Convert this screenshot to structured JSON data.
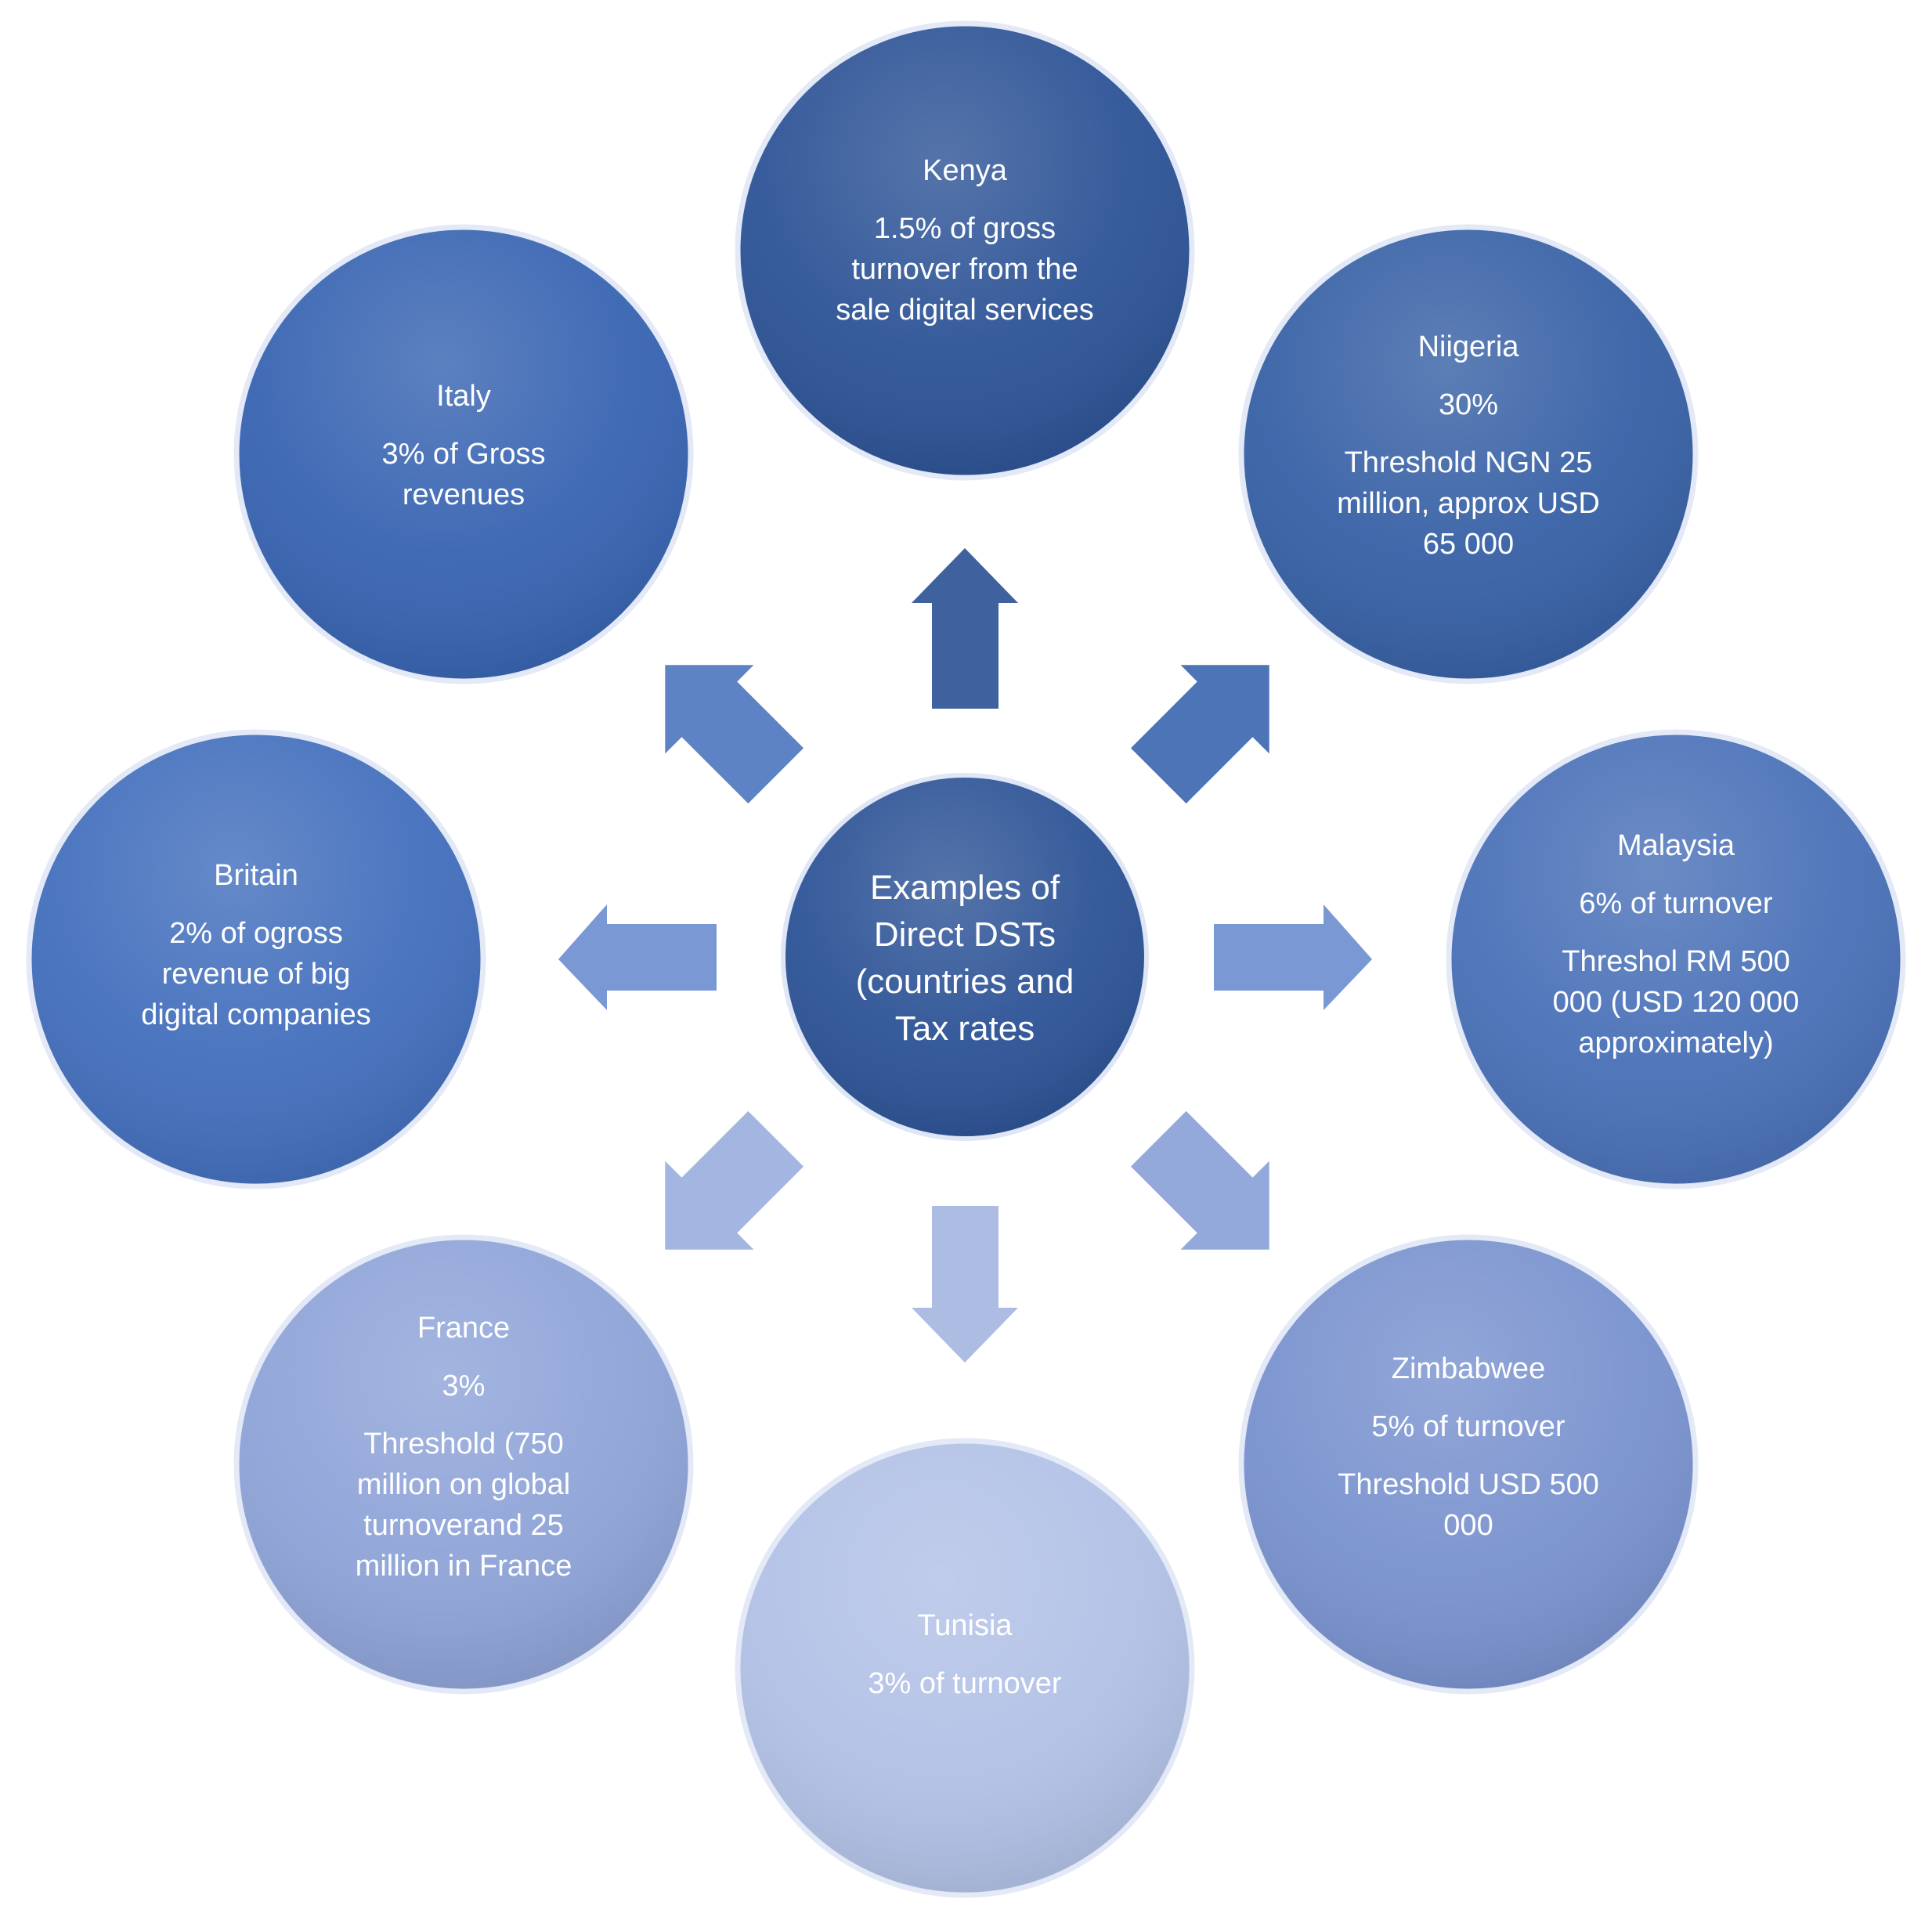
{
  "center": {
    "lines": [
      "Examples of",
      "Direct DSTs",
      "(countries and",
      "Tax rates"
    ]
  },
  "nodes": [
    {
      "id": "kenya",
      "color": "#2f5597",
      "paragraphs": [
        [
          "Kenya"
        ],
        [
          "1.5% of gross",
          "turnover from the",
          "sale digital services"
        ]
      ]
    },
    {
      "id": "niigeria",
      "color": "#3962a6",
      "paragraphs": [
        [
          "Niigeria"
        ],
        [
          "30%"
        ],
        [
          "Threshold NGN 25",
          "million, approx USD",
          "65 000"
        ]
      ]
    },
    {
      "id": "malaysia",
      "color": "#4b72b8",
      "paragraphs": [
        [
          "Malaysia"
        ],
        [
          "6% of turnover"
        ],
        [
          "Threshol RM 500",
          "000 (USD 120 000",
          "approximately)"
        ]
      ]
    },
    {
      "id": "zimbabwee",
      "color": "#7a93cf",
      "paragraphs": [
        [
          "Zimbabwee"
        ],
        [
          "5% of turnover"
        ],
        [
          "Threshold USD 500",
          "000"
        ]
      ]
    },
    {
      "id": "tunisia",
      "color": "#b2c1e6",
      "paragraphs": [
        [
          "Tunisia"
        ],
        [
          "3% of turnover"
        ]
      ]
    },
    {
      "id": "france",
      "color": "#8fa4d8",
      "paragraphs": [
        [
          "France"
        ],
        [
          "3%"
        ],
        [
          "Threshold (750",
          "million  on global",
          "turnoverand 25",
          "million in France"
        ]
      ]
    },
    {
      "id": "britain",
      "color": "#4470bd",
      "paragraphs": [
        [
          "Britain"
        ],
        [
          "2% of ogross",
          "revenue of big",
          "digital companies"
        ]
      ]
    },
    {
      "id": "italy",
      "color": "#3965b2",
      "paragraphs": [
        [
          "Italy"
        ],
        [
          "3% of Gross",
          "revenues"
        ]
      ]
    }
  ],
  "colors": {
    "center": "#2f5597",
    "arrows": [
      "#2f5597",
      "#3d68b0",
      "#6f8fcf",
      "#8aa2d8",
      "#a6b6e1",
      "#9bb0df",
      "#6f8fcf",
      "#4f78c0"
    ]
  }
}
